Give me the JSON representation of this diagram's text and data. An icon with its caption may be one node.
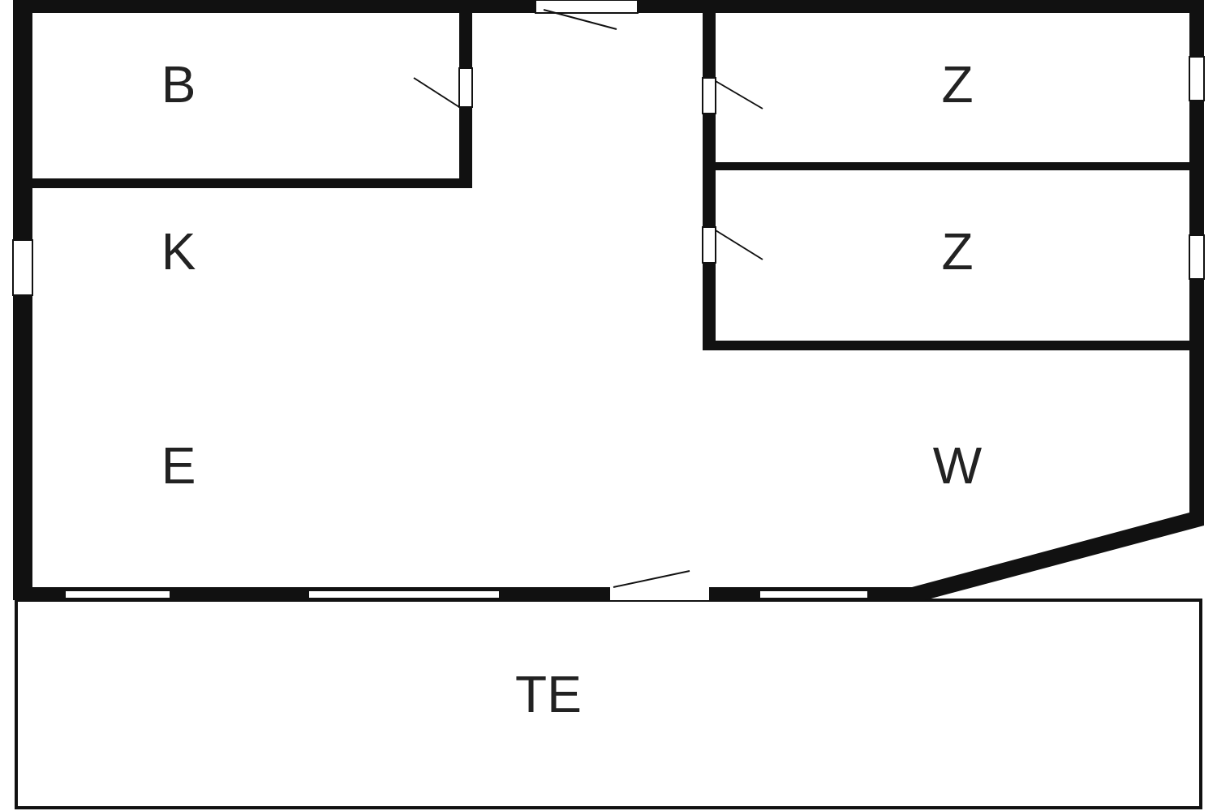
{
  "diagram": {
    "nodes": [
      {
        "text": [
          "B"
        ]
      },
      {
        "text": [
          "Z"
        ]
      },
      {
        "text": [
          "Z"
        ]
      },
      {
        "text": [
          "K",
          "E",
          "W"
        ]
      },
      {
        "text": [
          "TE"
        ]
      }
    ]
  }
}
